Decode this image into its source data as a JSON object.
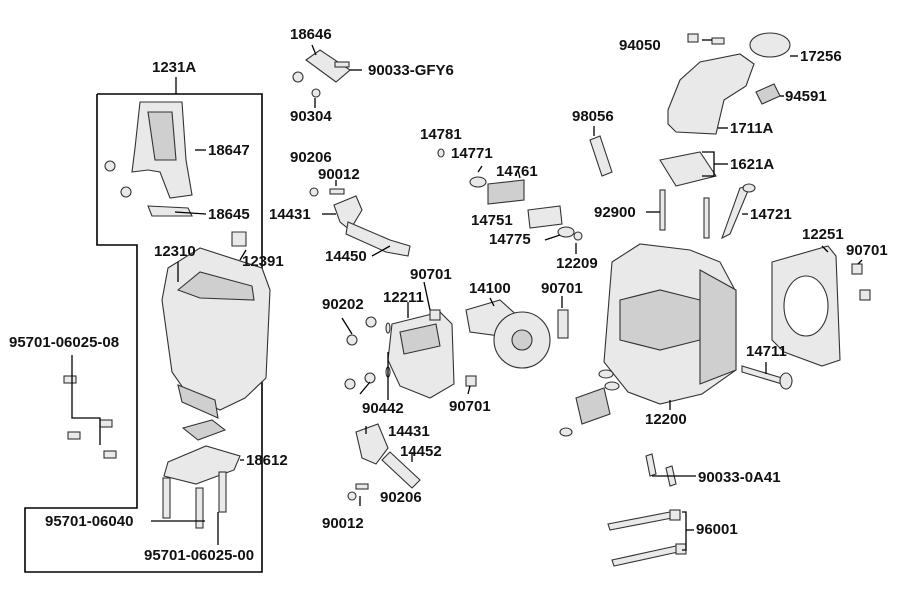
{
  "labels": {
    "p1231A": "1231A",
    "p18647": "18647",
    "p18645": "18645",
    "p12310": "12310",
    "p12391": "12391",
    "p95701_06025_08": "95701-06025-08",
    "p18612": "18612",
    "p95701_06040": "95701-06040",
    "p95701_06025_00": "95701-06025-00",
    "p18646": "18646",
    "p90033_GFY6": "90033-GFY6",
    "p90304": "90304",
    "p90206a": "90206",
    "p90012a": "90012",
    "p14431a": "14431",
    "p14450": "14450",
    "p14781": "14781",
    "p14771": "14771",
    "p14761": "14761",
    "p14751": "14751",
    "p14775": "14775",
    "p12209": "12209",
    "p98056": "98056",
    "p94050": "94050",
    "p17256": "17256",
    "p94591": "94591",
    "p1711A": "1711A",
    "p1621A": "1621A",
    "p92900": "92900",
    "p14721": "14721",
    "p12251": "12251",
    "p90701a": "90701",
    "p90701b": "90701",
    "p90701c": "90701",
    "p90701d": "90701",
    "p90202": "90202",
    "p12211": "12211",
    "p14100": "14100",
    "p90442": "90442",
    "p14711": "14711",
    "p12200": "12200",
    "p14431b": "14431",
    "p14452": "14452",
    "p90206b": "90206",
    "p90012b": "90012",
    "p90033_0A41": "90033-0A41",
    "p96001": "96001"
  }
}
